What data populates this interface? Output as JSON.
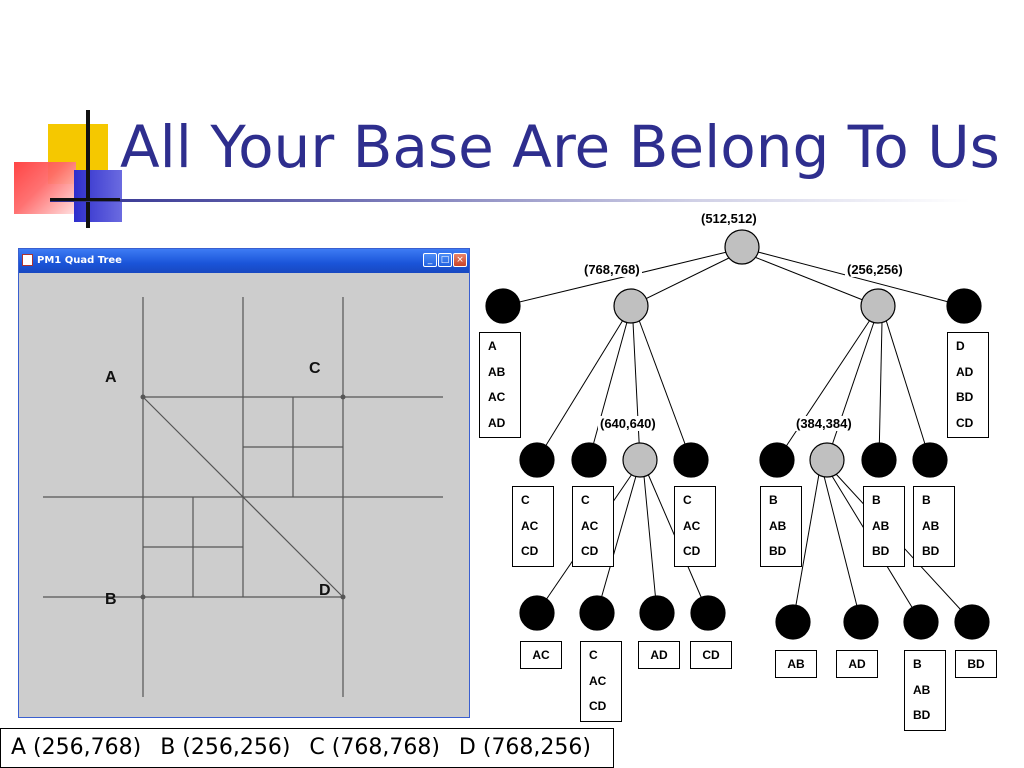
{
  "slide": {
    "title": "All Your Base Are Belong To Us",
    "colors": {
      "title": "#2e2e8e",
      "accent_yellow": "#f5c800",
      "accent_red": "#ff3b3b",
      "accent_blue": "#2e2ecc"
    }
  },
  "window": {
    "title": "PM1 Quad Tree",
    "controls": {
      "minimize": "_",
      "maximize": "□",
      "close": "×"
    }
  },
  "points": {
    "a": "A",
    "b": "B",
    "c": "C",
    "d": "D"
  },
  "coords_caption": [
    "A (256,768)",
    "B (256,256)",
    "C (768,768)",
    "D (768,256)"
  ],
  "tree": {
    "root_label": "(512,512)",
    "nw_label": "(768,768)",
    "ne_label": "(256,256)",
    "nw_child_label": "(640,640)",
    "ne_child_label": "(384,384)",
    "leaf_lists": {
      "l1": [
        "A",
        "AB",
        "AC",
        "AD"
      ],
      "l2": [
        "D",
        "AD",
        "BD",
        "CD"
      ],
      "l3": [
        "C",
        "AC",
        "CD"
      ],
      "l4": [
        "C",
        "AC",
        "CD"
      ],
      "l5": [
        "C",
        "AC",
        "CD"
      ],
      "l6": [
        "B",
        "AB",
        "BD"
      ],
      "l7": [
        "B",
        "AB",
        "BD"
      ],
      "l8": [
        "B",
        "AB",
        "BD"
      ],
      "l9": [
        "AC"
      ],
      "l10": [
        "C",
        "AC",
        "CD"
      ],
      "l11": [
        "AD"
      ],
      "l12": [
        "CD"
      ],
      "l13": [
        "AB"
      ],
      "l14": [
        "AD"
      ],
      "l15": [
        "B",
        "AB",
        "BD"
      ],
      "l16": [
        "BD"
      ]
    }
  }
}
